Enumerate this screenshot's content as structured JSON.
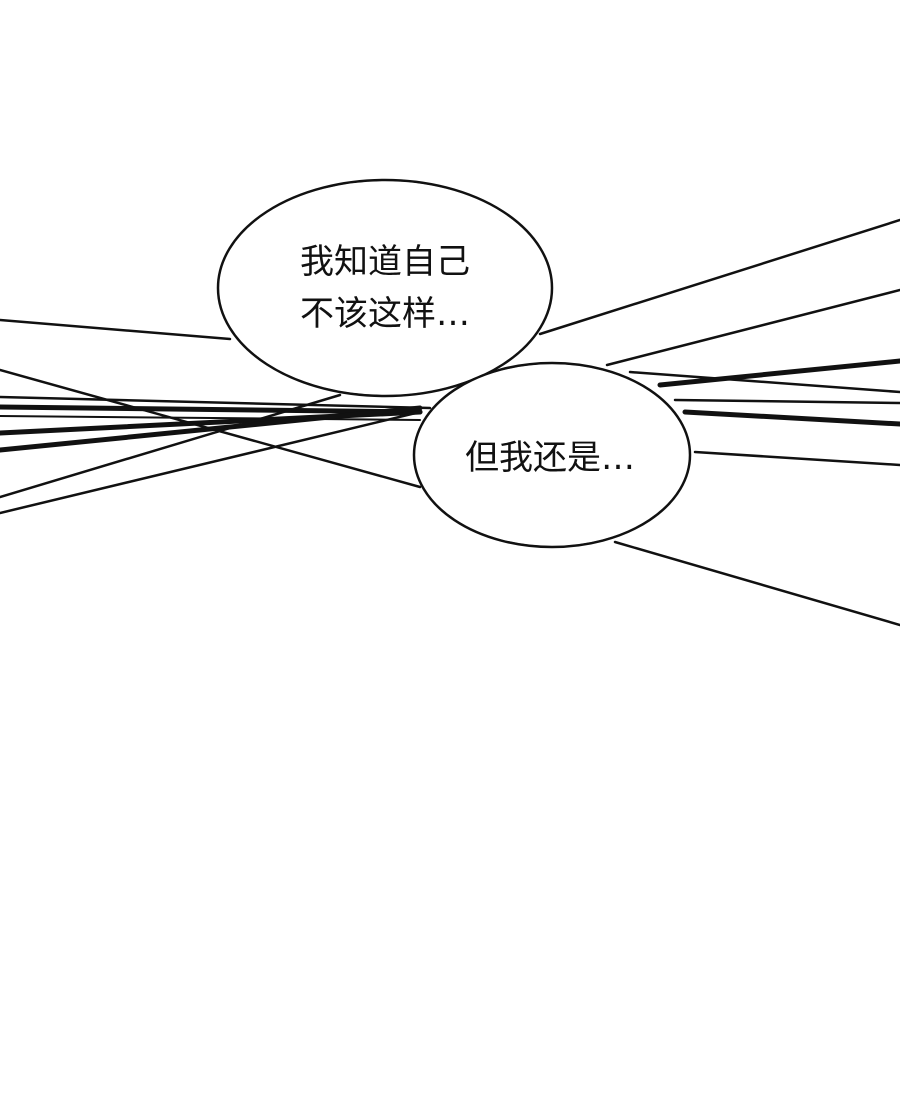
{
  "colors": {
    "background": "#ffffff",
    "ink": "#111111"
  },
  "bubbles": [
    {
      "lines": [
        "我知道自己",
        "不该这样…"
      ]
    },
    {
      "lines": [
        "但我还是…"
      ]
    }
  ]
}
